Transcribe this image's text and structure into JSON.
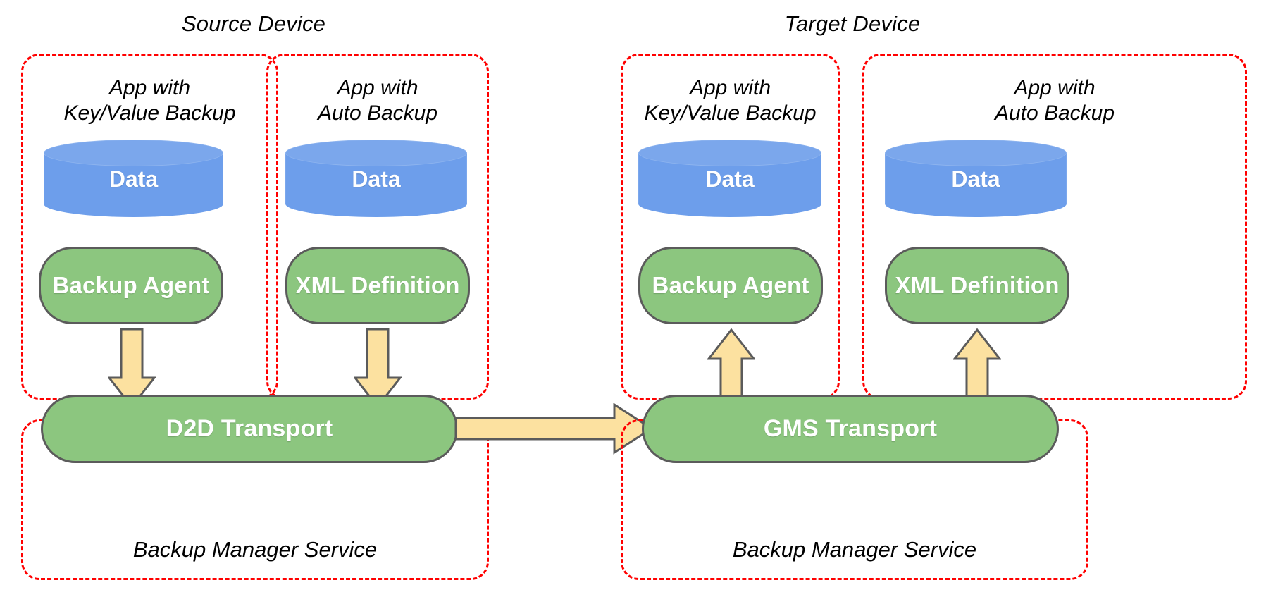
{
  "diagram": {
    "title_left": "Source Device",
    "title_right": "Target Device",
    "colors": {
      "panel_border": "#ff0000",
      "data_cylinder": "#6d9eeb",
      "component_green": "#8cc67f",
      "component_border": "#5b5b5b",
      "arrow_fill": "#fce1a0",
      "arrow_border": "#5b5b5b",
      "text_on_shape": "#ffffff",
      "text_plain": "#000000"
    },
    "devices": [
      {
        "name": "Source Device",
        "apps": [
          {
            "panel_label": "App with\nKey/Value Backup",
            "data_label": "Data",
            "component_label": "Backup Agent",
            "arrow_direction": "down"
          },
          {
            "panel_label": "App with\nAuto Backup",
            "data_label": "Data",
            "component_label": "XML Definition",
            "arrow_direction": "down"
          }
        ],
        "service": {
          "transport_label": "D2D Transport",
          "service_label": "Backup Manager Service"
        }
      },
      {
        "name": "Target Device",
        "apps": [
          {
            "panel_label": "App with\nKey/Value Backup",
            "data_label": "Data",
            "component_label": "Backup Agent",
            "arrow_direction": "up"
          },
          {
            "panel_label": "App with\nAuto Backup",
            "data_label": "Data",
            "component_label": "XML Definition",
            "arrow_direction": "up"
          }
        ],
        "service": {
          "transport_label": "GMS Transport",
          "service_label": "Backup Manager Service"
        }
      }
    ],
    "transfer_arrow": {
      "direction": "right",
      "from": "D2D Transport",
      "to": "GMS Transport",
      "label": ""
    }
  }
}
